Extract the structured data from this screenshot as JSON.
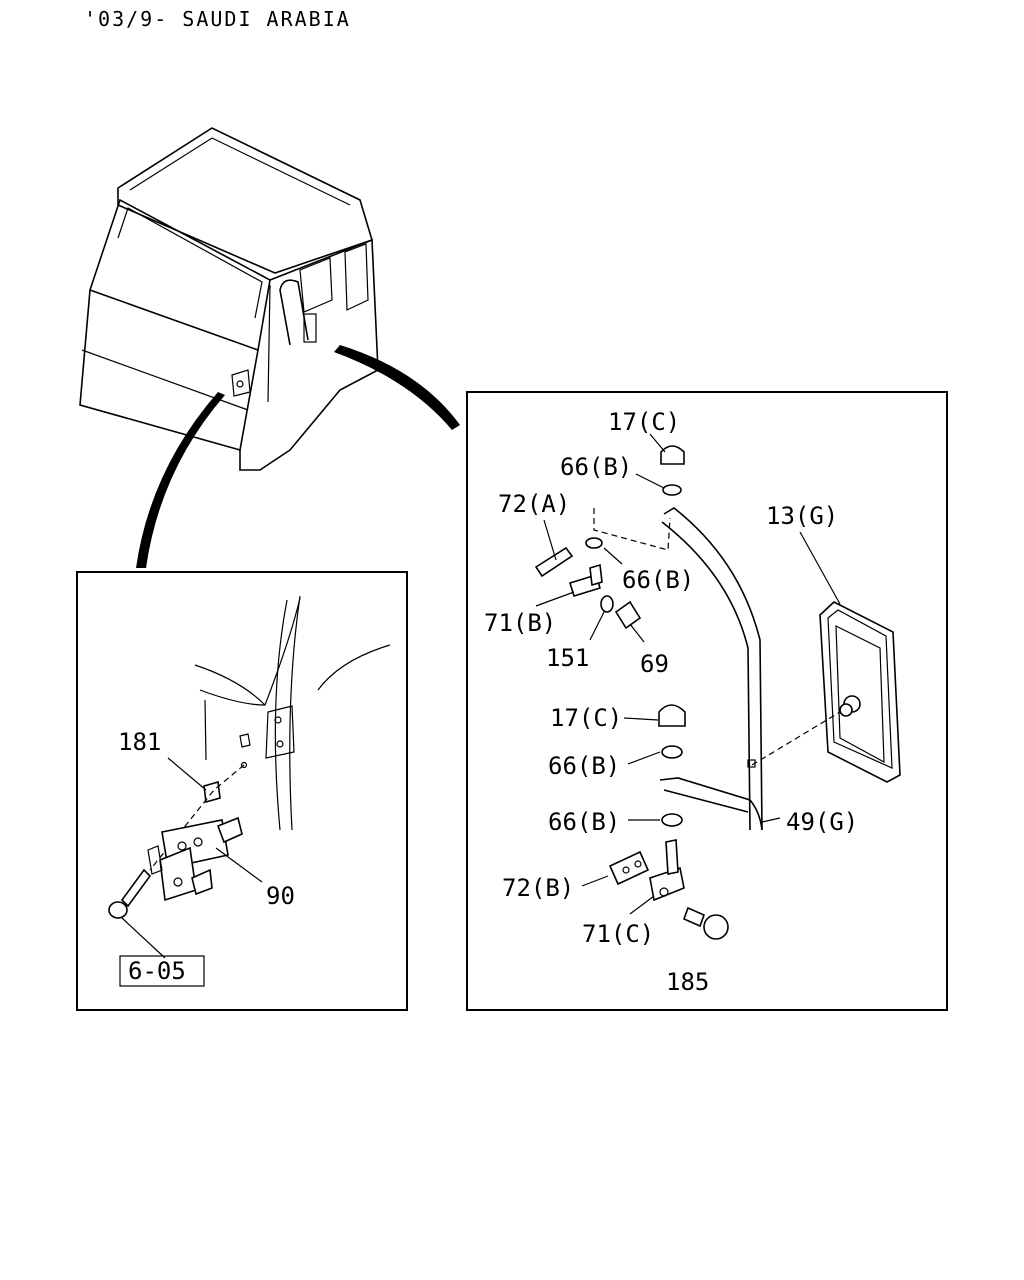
{
  "header": {
    "title": "'03/9- SAUDI ARABIA"
  },
  "callouts": {
    "c17c_top": "17(C)",
    "c66b_top": "66(B)",
    "c72a": "72(A)",
    "c13g": "13(G)",
    "c66b_mid": "66(B)",
    "c71b": "71(B)",
    "c151": "151",
    "c69": "69",
    "c17c_mid": "17(C)",
    "c66b_low": "66(B)",
    "c66b_bottom": "66(B)",
    "c49g": "49(G)",
    "c72b": "72(B)",
    "c71c": "71(C)",
    "c185": "185",
    "c181": "181",
    "c90": "90",
    "c6_05": "6-05"
  }
}
